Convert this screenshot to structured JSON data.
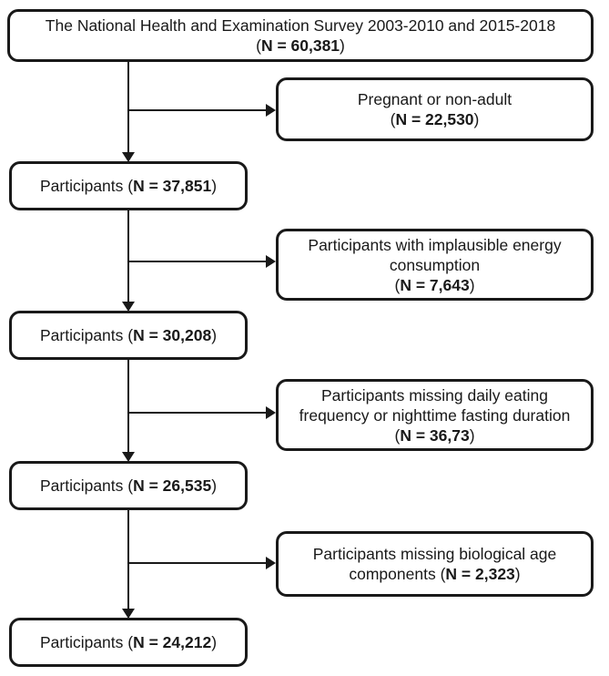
{
  "diagram": {
    "type": "participant-flow-chart",
    "background_color": "#ffffff",
    "line_color": "#191919",
    "boxes": {
      "source": {
        "line1": "The National Health and Examination Survey 2003-2010 and 2015-2018",
        "n_pre": "(",
        "n": "N = 60,381",
        "n_post": ")"
      },
      "excl1": {
        "line1": "Pregnant or non-adult",
        "n_pre": "(",
        "n": "N = 22,530",
        "n_post": ")"
      },
      "left1": {
        "pre": "Participants (",
        "n": "N = 37,851",
        "post": ")"
      },
      "excl2": {
        "line1": "Participants with implausible energy consumption",
        "n_pre": "(",
        "n": "N = 7,643",
        "n_post": ")"
      },
      "left2": {
        "pre": "Participants (",
        "n": "N = 30,208",
        "post": ")"
      },
      "excl3": {
        "line1": "Participants missing daily eating frequency or nighttime fasting duration",
        "n_pre": "(",
        "n": "N = 36,73",
        "n_post": ")"
      },
      "left3": {
        "pre": "Participants (",
        "n": "N = 26,535",
        "post": ")"
      },
      "excl4": {
        "pre": "Participants missing biological age components (",
        "n": "N = 2,323",
        "post": ")"
      },
      "left4": {
        "pre": "Participants (",
        "n": "N = 24,212",
        "post": ")"
      }
    }
  }
}
